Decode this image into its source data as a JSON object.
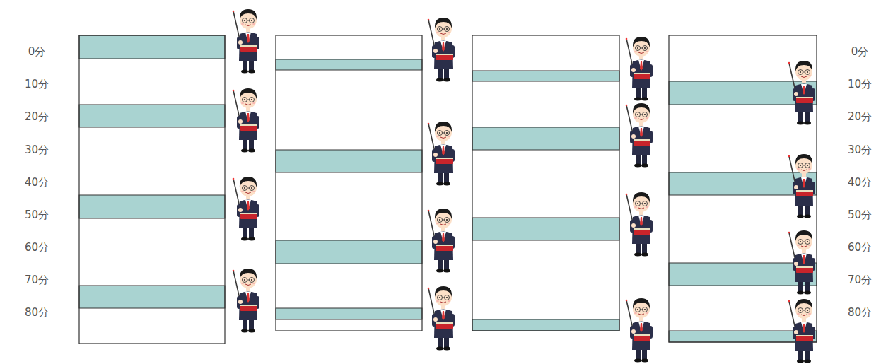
{
  "diagram": {
    "labels": [
      "0分",
      "10分",
      "20分",
      "30分",
      "40分",
      "50分",
      "60分",
      "70分",
      "80分",
      "0分",
      "10分",
      "20分",
      "30分",
      "40分",
      "50分",
      "60分",
      "70分",
      "80分"
    ]
  }
}
